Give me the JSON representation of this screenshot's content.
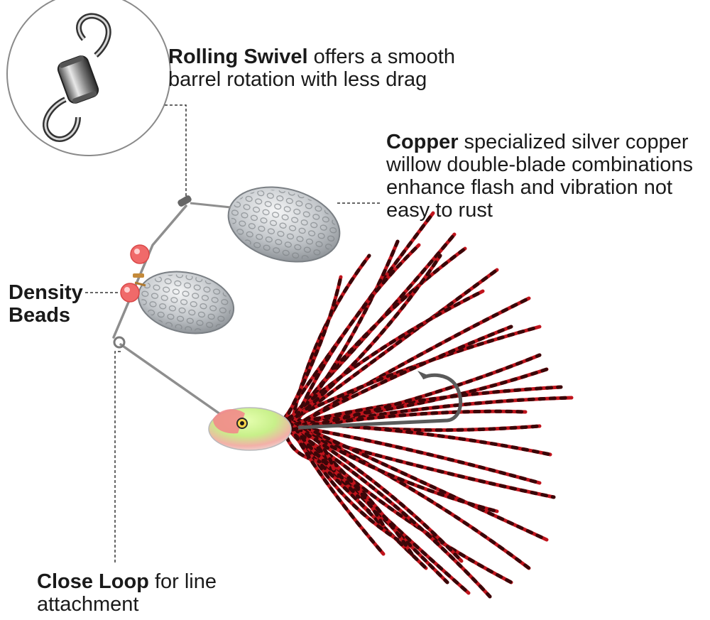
{
  "labels": {
    "swivel": {
      "bold": "Rolling Swivel",
      "rest": " offers a smooth barrel rotation with less drag"
    },
    "copper": {
      "bold": "Copper",
      "rest": " specialized silver copper willow double-blade combinations enhance flash and vibration not easy to rust"
    },
    "beads": {
      "line1": "Density",
      "line2": "Beads"
    },
    "loop": {
      "bold": "Close Loop",
      "rest": " for line attachment"
    }
  },
  "colors": {
    "skirt_red": "#c0141c",
    "skirt_dark": "#3a0608",
    "bead": "#f06a6a",
    "blade": "#c9cdd1",
    "wire": "#9a9a9a",
    "head_green": "#c8f08a",
    "head_pink": "#f28a8a"
  },
  "icons": [
    "rolling-swivel-icon",
    "spinnerbait-lure-illustration"
  ]
}
